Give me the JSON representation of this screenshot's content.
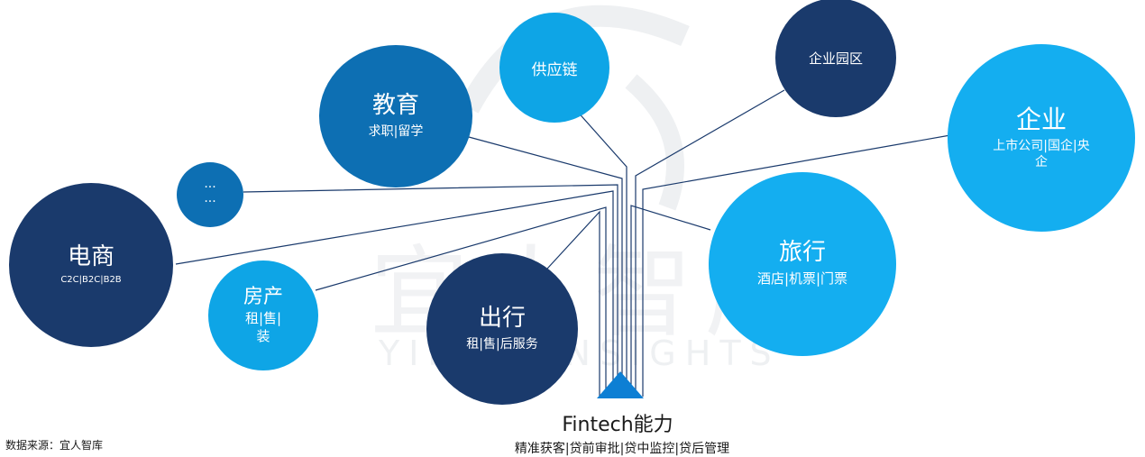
{
  "watermark": {
    "brand": "宜人智库",
    "sub": "YIREN INSIGHTS"
  },
  "nodes": {
    "supply_chain": {
      "title": "供应链"
    },
    "education": {
      "title": "教育",
      "sub": "求职|留学"
    },
    "ellipsis": {
      "line1": "···",
      "line2": "···"
    },
    "ecommerce": {
      "title": "电商",
      "sub": "C2C|B2C|B2B"
    },
    "realestate": {
      "title": "房产",
      "sub_line1": "租|售|",
      "sub_line2": "装"
    },
    "travel_out": {
      "title": "出行",
      "sub": "租|售|后服务"
    },
    "park": {
      "title": "企业园区"
    },
    "enterprise": {
      "title": "企业",
      "sub_line1": "上市公司|国企|央",
      "sub_line2": "企"
    },
    "trip": {
      "title": "旅行",
      "sub": "酒店|机票|门票"
    }
  },
  "fintech": {
    "title": "Fintech能力",
    "sub": "精准获客|贷前审批|贷中监控|贷后管理",
    "color": "#0d7fd4"
  },
  "source": "数据来源：宜人智库",
  "colors": {
    "navy": "#1a3a6c",
    "mid_blue": "#0d6fb3",
    "bright_blue": "#0ea5e6",
    "line": "#1a3a6c"
  }
}
